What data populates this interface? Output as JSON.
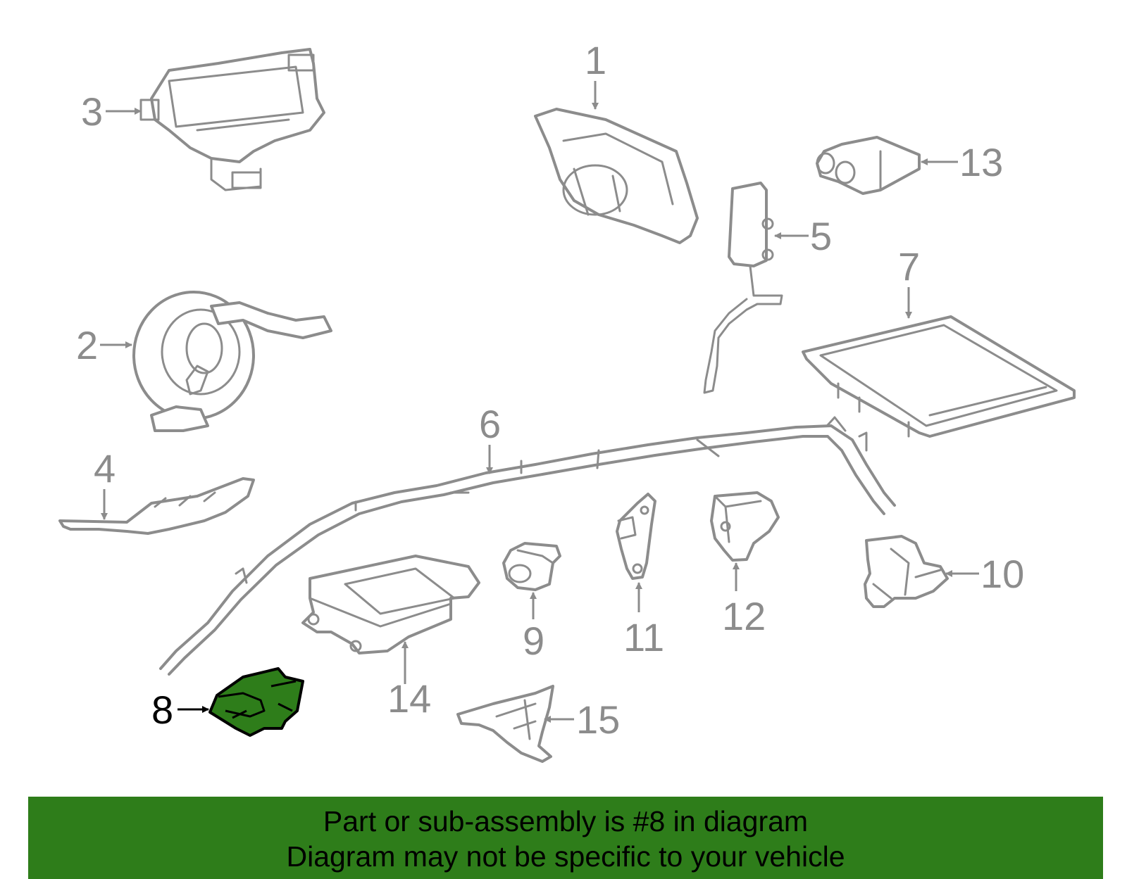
{
  "callouts": {
    "c1": "1",
    "c2": "2",
    "c3": "3",
    "c4": "4",
    "c5": "5",
    "c6": "6",
    "c7": "7",
    "c8": "8",
    "c9": "9",
    "c10": "10",
    "c11": "11",
    "c12": "12",
    "c13": "13",
    "c14": "14",
    "c15": "15"
  },
  "highlighted_part": "8",
  "colors": {
    "highlight": "#2e7d1a",
    "line_art": "#8c8c8c",
    "banner": "#2e7d1a"
  },
  "banner": {
    "line1": "Part or sub-assembly is #8 in diagram",
    "line2": "Diagram may not be specific to your vehicle"
  }
}
